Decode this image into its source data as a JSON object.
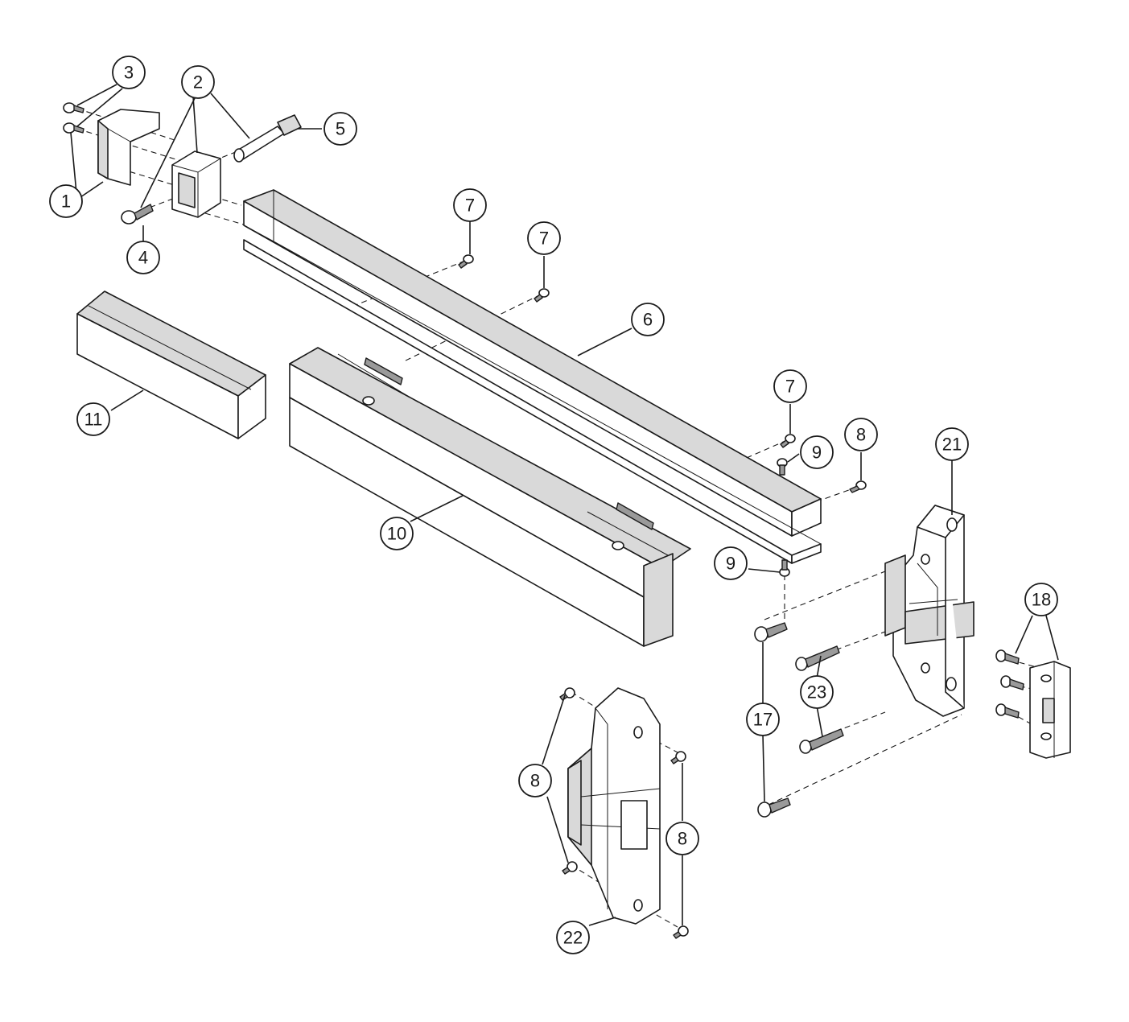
{
  "callouts": [
    {
      "id": "c1",
      "label": "1"
    },
    {
      "id": "c2",
      "label": "2"
    },
    {
      "id": "c3",
      "label": "3"
    },
    {
      "id": "c4",
      "label": "4"
    },
    {
      "id": "c5",
      "label": "5"
    },
    {
      "id": "c6",
      "label": "6"
    },
    {
      "id": "c7a",
      "label": "7"
    },
    {
      "id": "c7b",
      "label": "7"
    },
    {
      "id": "c7c",
      "label": "7"
    },
    {
      "id": "c8a",
      "label": "8"
    },
    {
      "id": "c8b",
      "label": "8"
    },
    {
      "id": "c8c",
      "label": "8"
    },
    {
      "id": "c9a",
      "label": "9"
    },
    {
      "id": "c9b",
      "label": "9"
    },
    {
      "id": "c10",
      "label": "10"
    },
    {
      "id": "c11",
      "label": "11"
    },
    {
      "id": "c17",
      "label": "17"
    },
    {
      "id": "c18",
      "label": "18"
    },
    {
      "id": "c21",
      "label": "21"
    },
    {
      "id": "c22",
      "label": "22"
    },
    {
      "id": "c23",
      "label": "23"
    }
  ]
}
